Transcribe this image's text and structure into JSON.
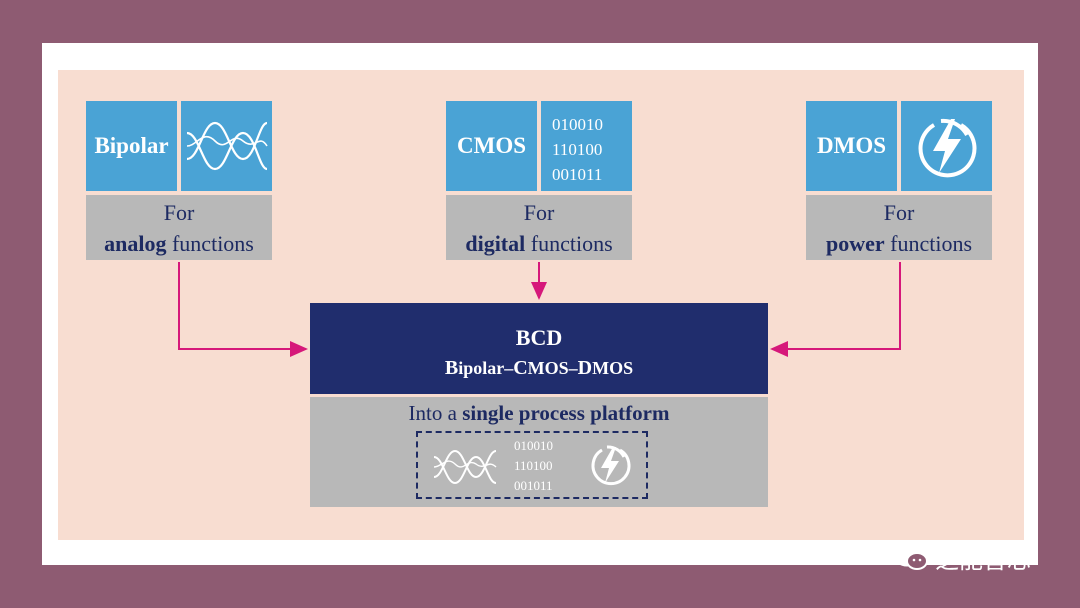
{
  "bipolar": {
    "label": "Bipolar",
    "line1": "For",
    "bold": "analog",
    "rest": " functions"
  },
  "cmos": {
    "label": "CMOS",
    "binary": [
      "010010",
      "110100",
      "001011"
    ],
    "line1": "For",
    "bold": "digital",
    "rest": " functions"
  },
  "dmos": {
    "label": "DMOS",
    "line1": "For",
    "bold": "power",
    "rest": " functions"
  },
  "bcd": {
    "title": "BCD",
    "sub_b": "B",
    "sub_b_rest": "ipolar–",
    "sub_c": "C",
    "sub_c_rest": "MOS–",
    "sub_d": "D",
    "sub_d_rest": "MOS"
  },
  "platform": {
    "prefix": "Into a ",
    "bold": "single process platform",
    "binary": [
      "010010",
      "110100",
      "001011"
    ]
  },
  "watermark": {
    "text": "芝能智芯"
  },
  "colors": {
    "background": "#8e5b72",
    "canvas": "#f8ddd1",
    "block_blue": "#4aa3d5",
    "navy": "#202d6d",
    "gray": "#b8b8b8",
    "arrow": "#d6187a"
  }
}
